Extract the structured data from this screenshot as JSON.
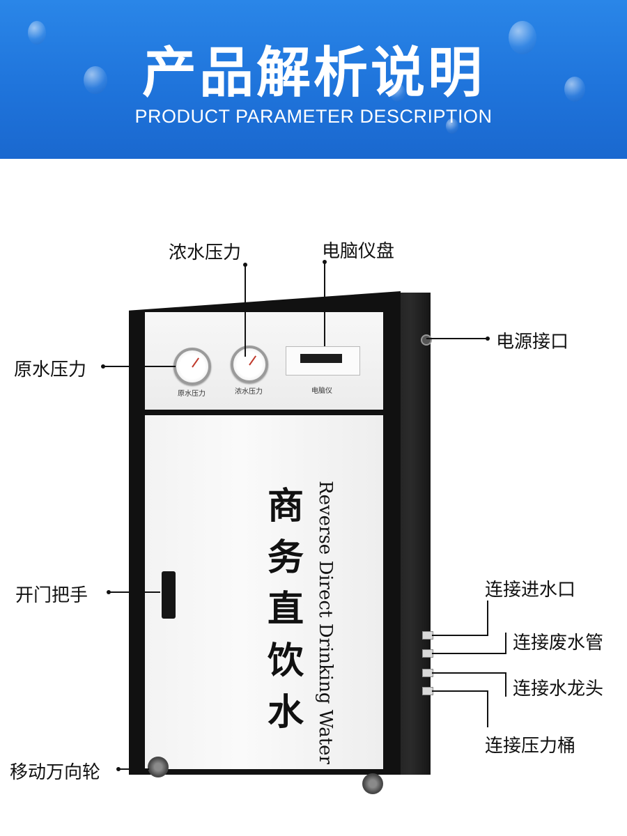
{
  "banner": {
    "title": "产品解析说明",
    "subtitle": "PRODUCT PARAMETER DESCRIPTION"
  },
  "machine": {
    "gauge1_label": "原水压力",
    "gauge2_label": "浓水压力",
    "controller_label": "电脑仪",
    "vertical_title_chars": [
      "商",
      "务",
      "直",
      "饮",
      "水"
    ],
    "vertical_subtitle": "Reverse Direct Drinking Water"
  },
  "callouts": {
    "concentrate_pressure": "浓水压力",
    "computer_panel": "电脑仪盘",
    "raw_pressure": "原水压力",
    "power_port": "电源接口",
    "door_handle": "开门把手",
    "inlet": "连接进水口",
    "waste_pipe": "连接废水管",
    "faucet": "连接水龙头",
    "pressure_tank": "连接压力桶",
    "casters": "移动万向轮"
  },
  "colors": {
    "banner_blue": "#1f74db",
    "cabinet_black": "#111111",
    "panel_white": "#f5f5f5"
  }
}
